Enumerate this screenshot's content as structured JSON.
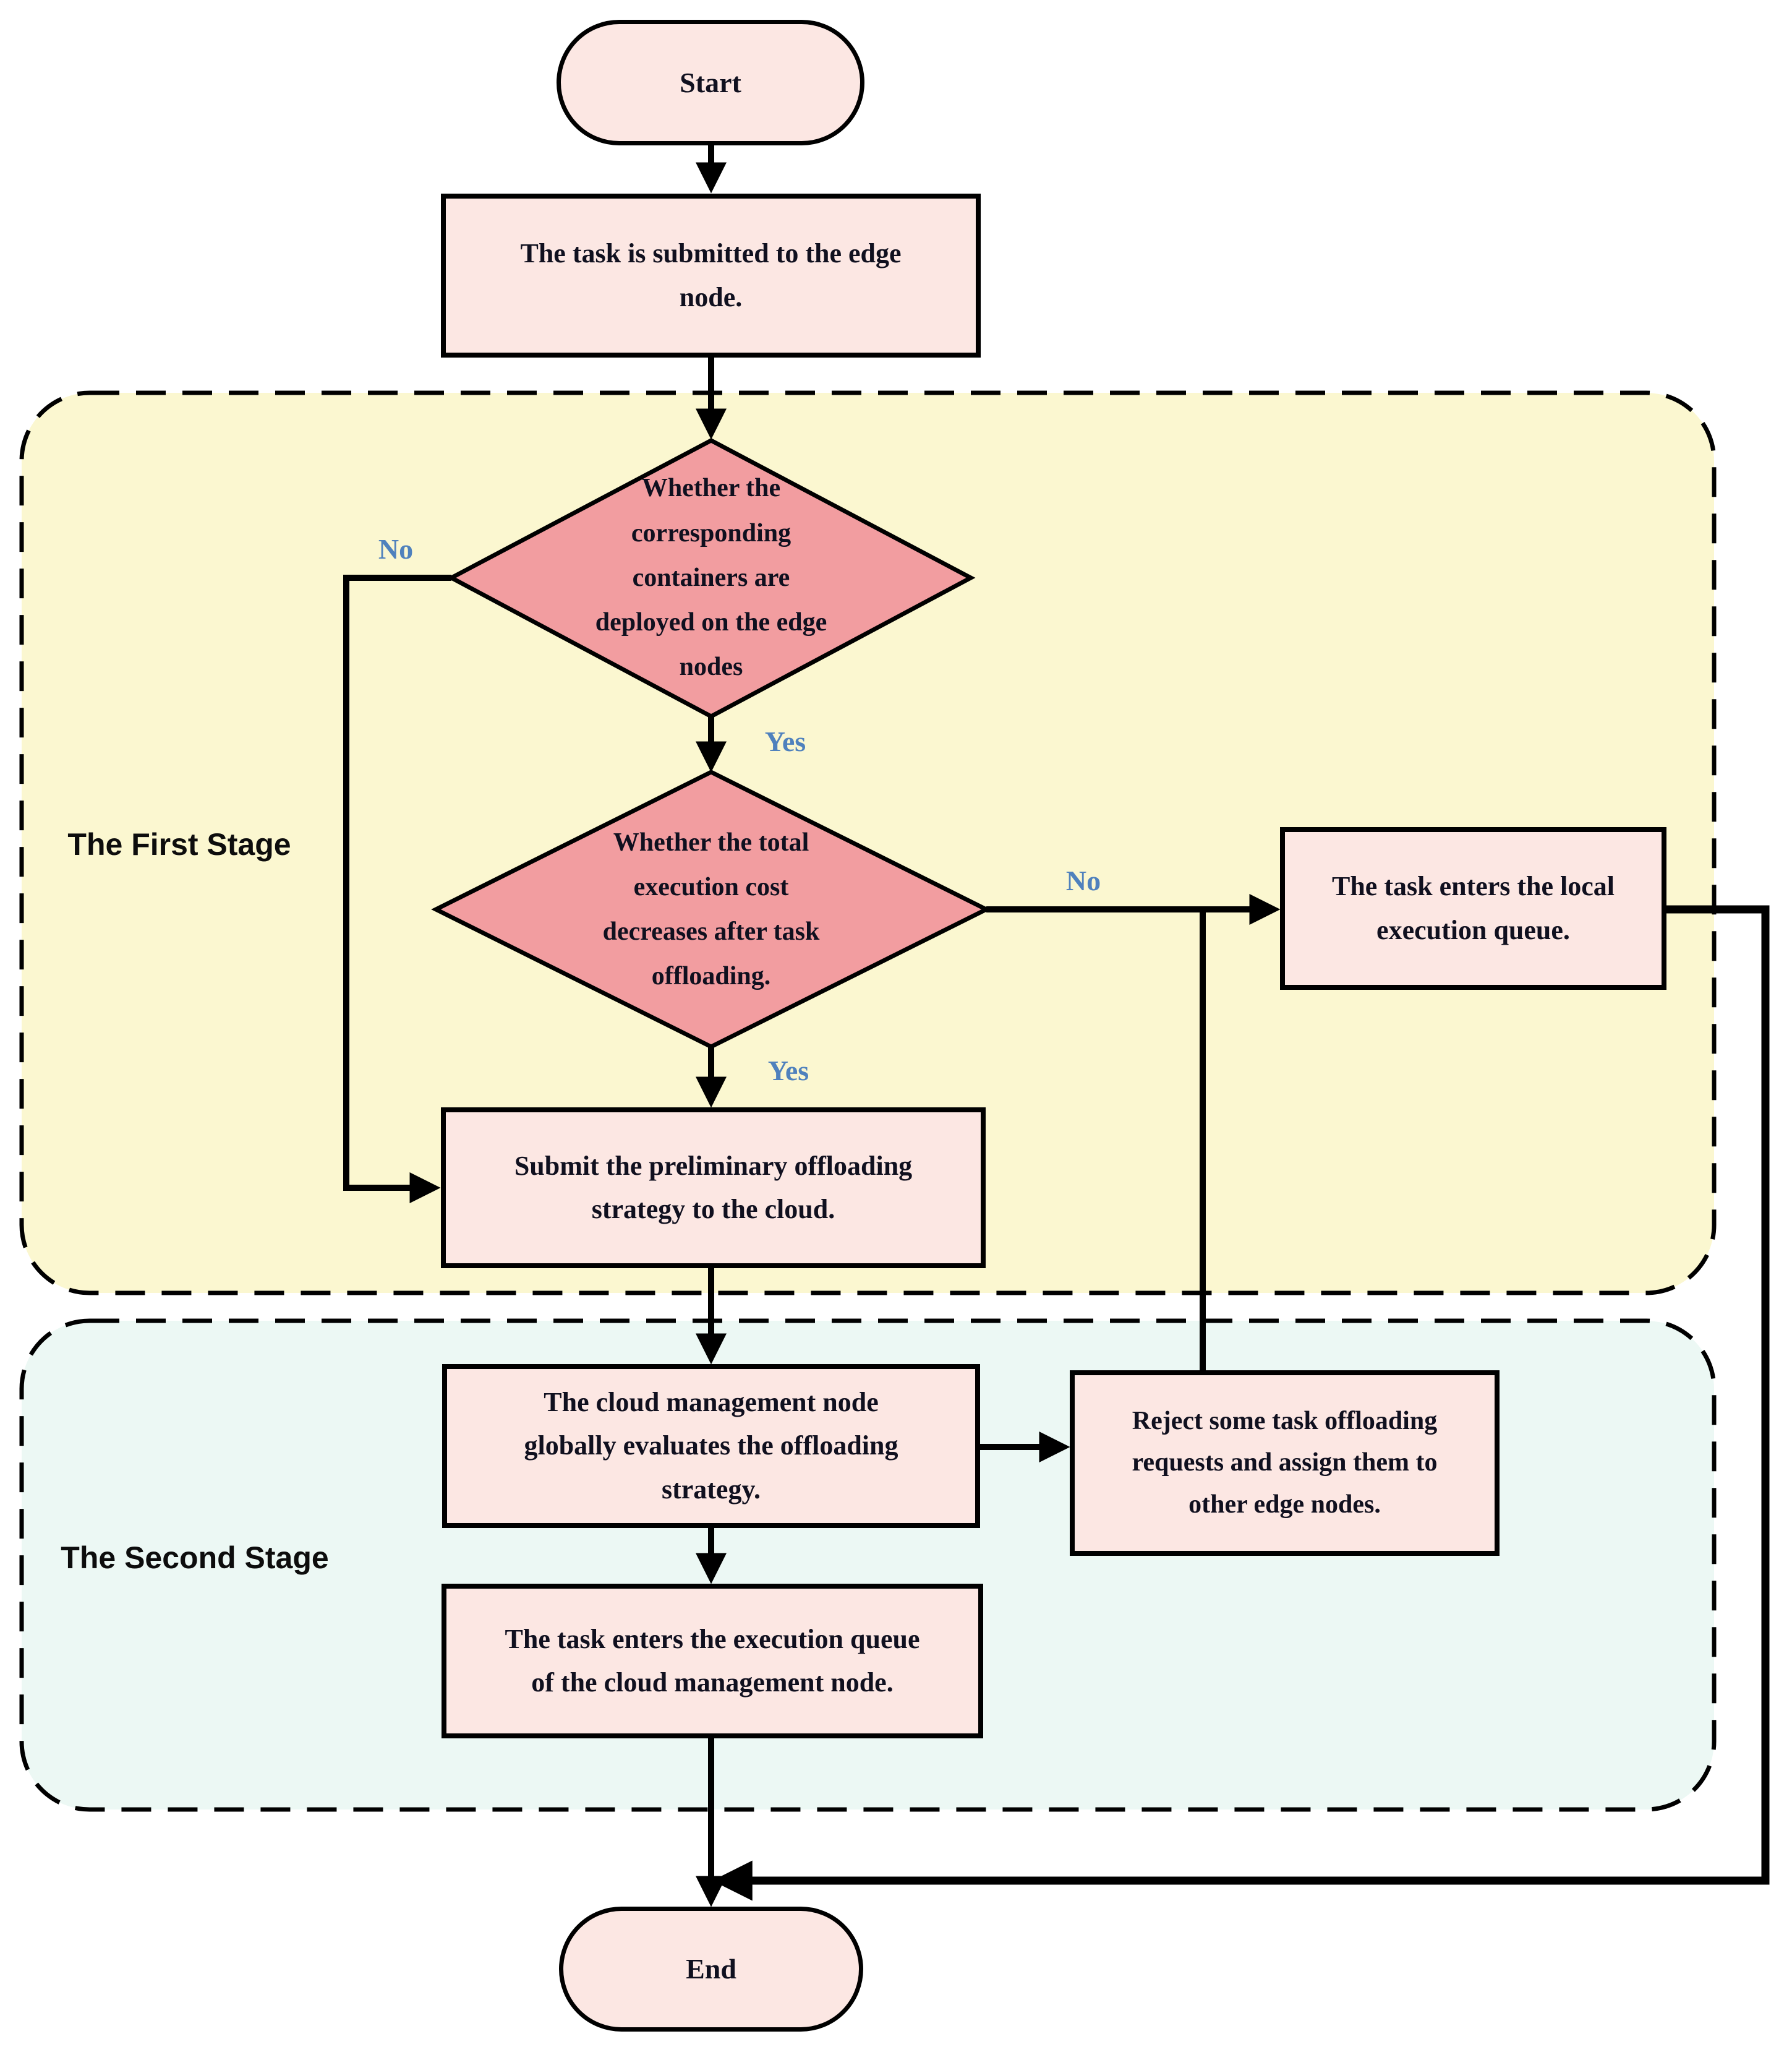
{
  "colors": {
    "node-fill": "#fce7e3",
    "decision-fill": "#f29da0",
    "stage1-fill": "#fbf7d0",
    "stage2-fill": "#ecf8f4",
    "branch-label": "#4f81bd",
    "line": "#000000"
  },
  "stages": {
    "first": {
      "label": "The First Stage"
    },
    "second": {
      "label": "The Second Stage"
    }
  },
  "nodes": {
    "start": {
      "label": "Start"
    },
    "task_submitted": {
      "label": "The task is submitted to the edge\nnode."
    },
    "containers_deployed": {
      "label": "Whether the\ncorresponding\ncontainers are\ndeployed on the edge\nnodes"
    },
    "cost_decreases": {
      "label": "Whether the total\nexecution cost\ndecreases after task\noffloading."
    },
    "local_queue": {
      "label": "The task enters the local\nexecution queue."
    },
    "submit_strategy": {
      "label": "Submit the preliminary offloading\nstrategy to the cloud."
    },
    "cloud_evaluates": {
      "label": "The cloud management node\nglobally evaluates the offloading\nstrategy."
    },
    "reject_requests": {
      "label": "Reject some task offloading\nrequests and assign them to\nother edge nodes."
    },
    "cloud_queue": {
      "label": "The task enters the execution queue\nof the cloud management node."
    },
    "end": {
      "label": "End"
    }
  },
  "edge_labels": {
    "no_containers": "No",
    "yes_containers": "Yes",
    "no_cost": "No",
    "yes_cost": "Yes"
  }
}
